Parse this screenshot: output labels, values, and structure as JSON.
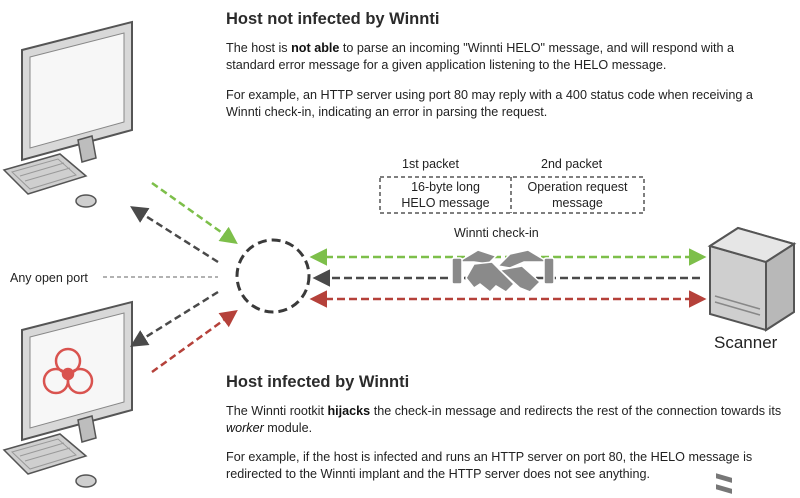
{
  "top_section": {
    "heading": "Host not infected by Winnti",
    "para1": {
      "pre": "The host is ",
      "bold": "not able",
      "post": " to parse an incoming \"Winnti HELO\" message, and will respond with a standard error message for a given application listening to the HELO message."
    },
    "para2": "For example, an HTTP server using port 80 may reply with a 400 status code when receiving a Winnti check-in, indicating an error in parsing the request."
  },
  "packets": {
    "first_label": "1st packet",
    "second_label": "2nd packet",
    "first_line1": "16-byte long",
    "first_line2": "HELO message",
    "second_line1": "Operation request",
    "second_line2": "message",
    "checkin_label": "Winnti check-in"
  },
  "port_label": "port",
  "open_port_label": "Any open port",
  "scanner_label": "Scanner",
  "bottom_section": {
    "heading": "Host infected by Winnti",
    "para1": {
      "pre": "The Winnti rootkit ",
      "bold": "hijacks",
      "mid": " the check-in message and redirects the rest of the connection towards its ",
      "italic": "worker",
      "post": " module."
    },
    "para2": "For example, if the host is infected and runs an HTTP server on port 80, the HELO message is redirected to the Winnti implant and the HTTP server does not see anything."
  },
  "colors": {
    "green": "#7dbf4a",
    "dark": "#4a4a4a",
    "red": "#b5413a",
    "computer_body": "#d2d2d2",
    "computer_outline": "#555555",
    "biohazard": "#d9534f"
  }
}
